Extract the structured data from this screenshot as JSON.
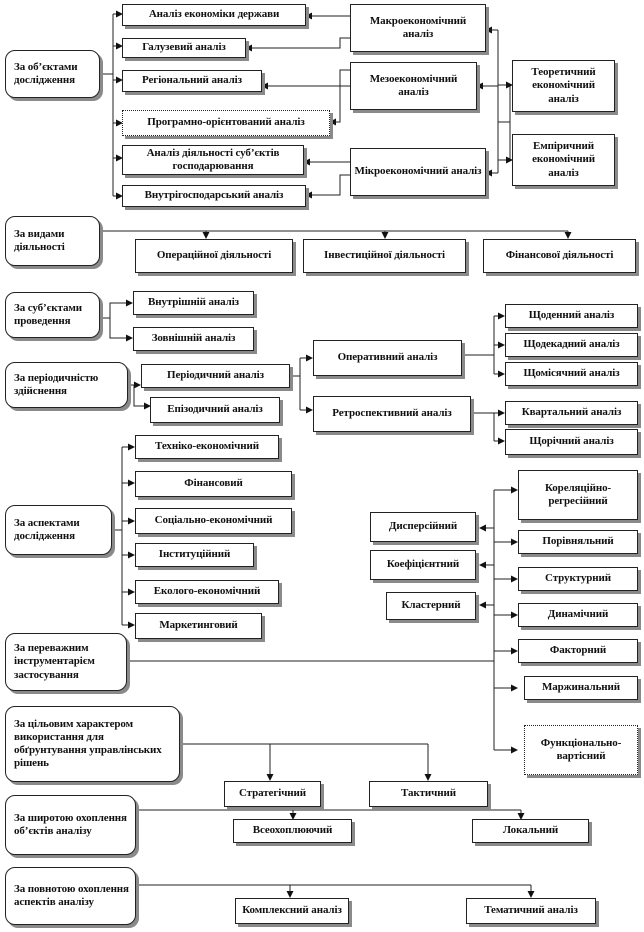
{
  "criteria": {
    "objects": "За об’єктами дослідження",
    "activity_types": "За видами діяльності",
    "subjects": "За суб’єктами проведення",
    "periodicity": "За періодичністю здійснення",
    "aspects": "За аспектами дослідження",
    "instruments": "За переважним інструментарієм застосування",
    "purpose": "За цільовим характером використання для обґрунтування управлінських рішень",
    "breadth": "За широтою охоплення об’єктів аналізу",
    "completeness": "За повнотою охоплення аспектів аналізу"
  },
  "objects_section": {
    "economy": "Аналіз економіки держави",
    "sectoral": "Галузевий аналіз",
    "regional": "Регіональний аналіз",
    "program": "Програмно-орієнтований аналіз",
    "entities": "Аналіз діяльності суб’єктів господарювання",
    "internal": "Внутрігосподарський аналіз",
    "macro": "Макроекономічний аналіз",
    "meso": "Мезоекономічний аналіз",
    "micro": "Мікроекономічний аналіз",
    "theoretical": "Теоретичний економічний аналіз",
    "empirical": "Емпіричний економічний аналіз"
  },
  "activity_section": {
    "operating": "Операційної діяльності",
    "investing": "Інвестиційної діяльності",
    "financial": "Фінансової діяльності"
  },
  "subjects_section": {
    "internal": "Внутрішній аналіз",
    "external": "Зовнішній аналіз"
  },
  "periodicity_section": {
    "periodic": "Періодичний аналіз",
    "episodic": "Епізодичний аналіз",
    "operational": "Оперативний аналіз",
    "retrospective": "Ретроспективний аналіз",
    "daily": "Щоденний аналіз",
    "ten_day": "Щодекадний аналіз",
    "monthly": "Щомісячний аналіз",
    "quarterly": "Квартальний аналіз",
    "annual": "Щорічний аналіз"
  },
  "aspects_section": {
    "technical": "Техніко-економічний",
    "financial": "Фінансовий",
    "social": "Соціально-економічний",
    "institutional": "Інституційний",
    "ecological": "Еколого-економічний",
    "marketing": "Маркетинговий"
  },
  "instruments_section": {
    "dispersion": "Дисперсійний",
    "coefficient": "Коефіцієнтний",
    "cluster": "Кластерний",
    "correlation": "Кореляційно-регресійний",
    "comparative": "Порівняльний",
    "structural": "Структурний",
    "dynamic": "Динамічний",
    "factor": "Факторний",
    "marginal": "Маржинальний",
    "functional": "Функціонально-вартісний"
  },
  "purpose_section": {
    "strategic": "Стратегічний",
    "tactical": "Тактичний"
  },
  "breadth_section": {
    "comprehensive": "Всеохоплюючий",
    "local": "Локальний"
  },
  "completeness_section": {
    "complex": "Комплексний аналіз",
    "thematic": "Тематичний аналіз"
  }
}
